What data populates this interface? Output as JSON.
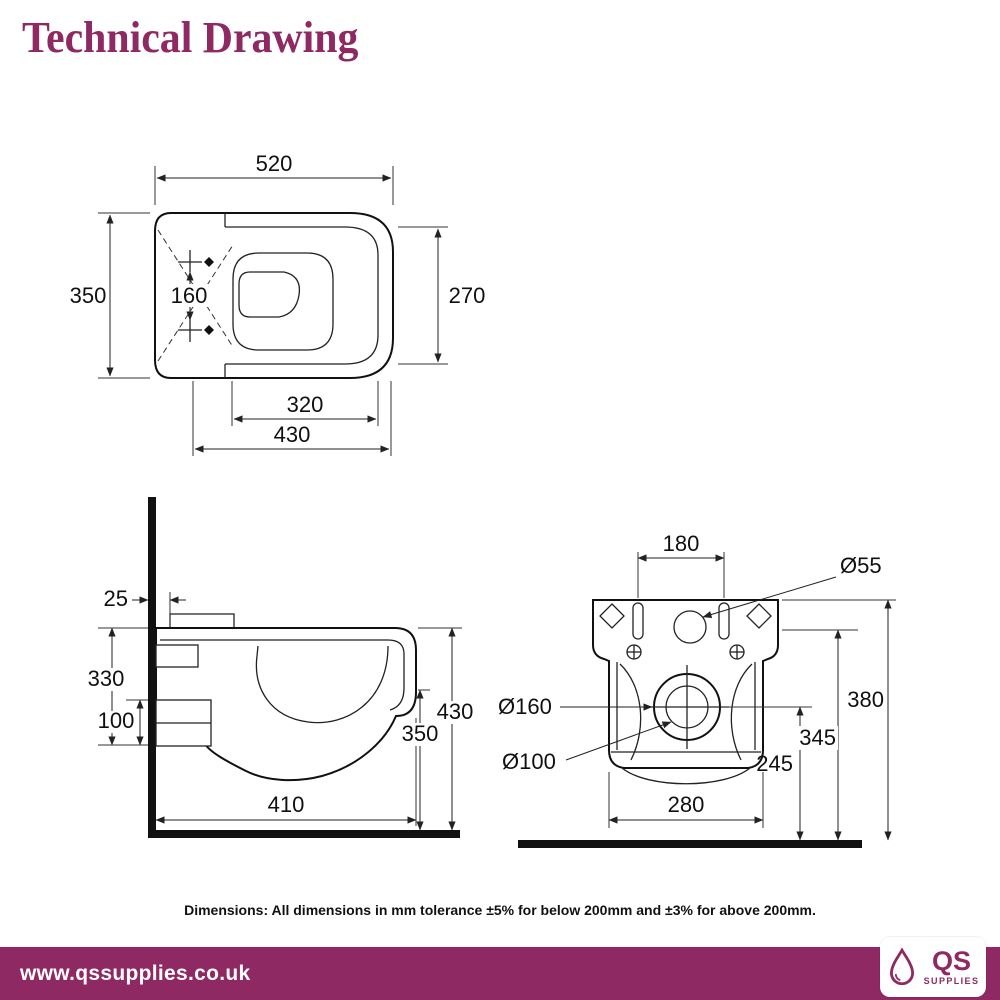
{
  "title": "Technical Drawing",
  "note": "Dimensions: All dimensions in mm tolerance ±5% for below 200mm and ±3% for above 200mm.",
  "colors": {
    "accent": "#8e2963",
    "line": "#111111"
  },
  "top_view": {
    "length": "520",
    "width": "350",
    "seat_width": "270",
    "hinge_spacing": "160",
    "bowl_length": "320",
    "pan_length": "430"
  },
  "side_view": {
    "wall_gap": "25",
    "fixing_height": "330",
    "outlet_height": "100",
    "total_height": "430",
    "pan_height": "350",
    "projection": "410"
  },
  "rear_view": {
    "fixing_centres": "180",
    "inlet_diameter": "Ø55",
    "outlet_outer_diameter": "Ø160",
    "outlet_inner_diameter": "Ø100",
    "overall_height": "380",
    "inlet_height": "345",
    "outlet_centre_height": "245",
    "base_width": "280"
  },
  "footer": {
    "url": "www.qssupplies.co.uk",
    "logo_text": "QS",
    "logo_subtext": "SUPPLIES"
  }
}
